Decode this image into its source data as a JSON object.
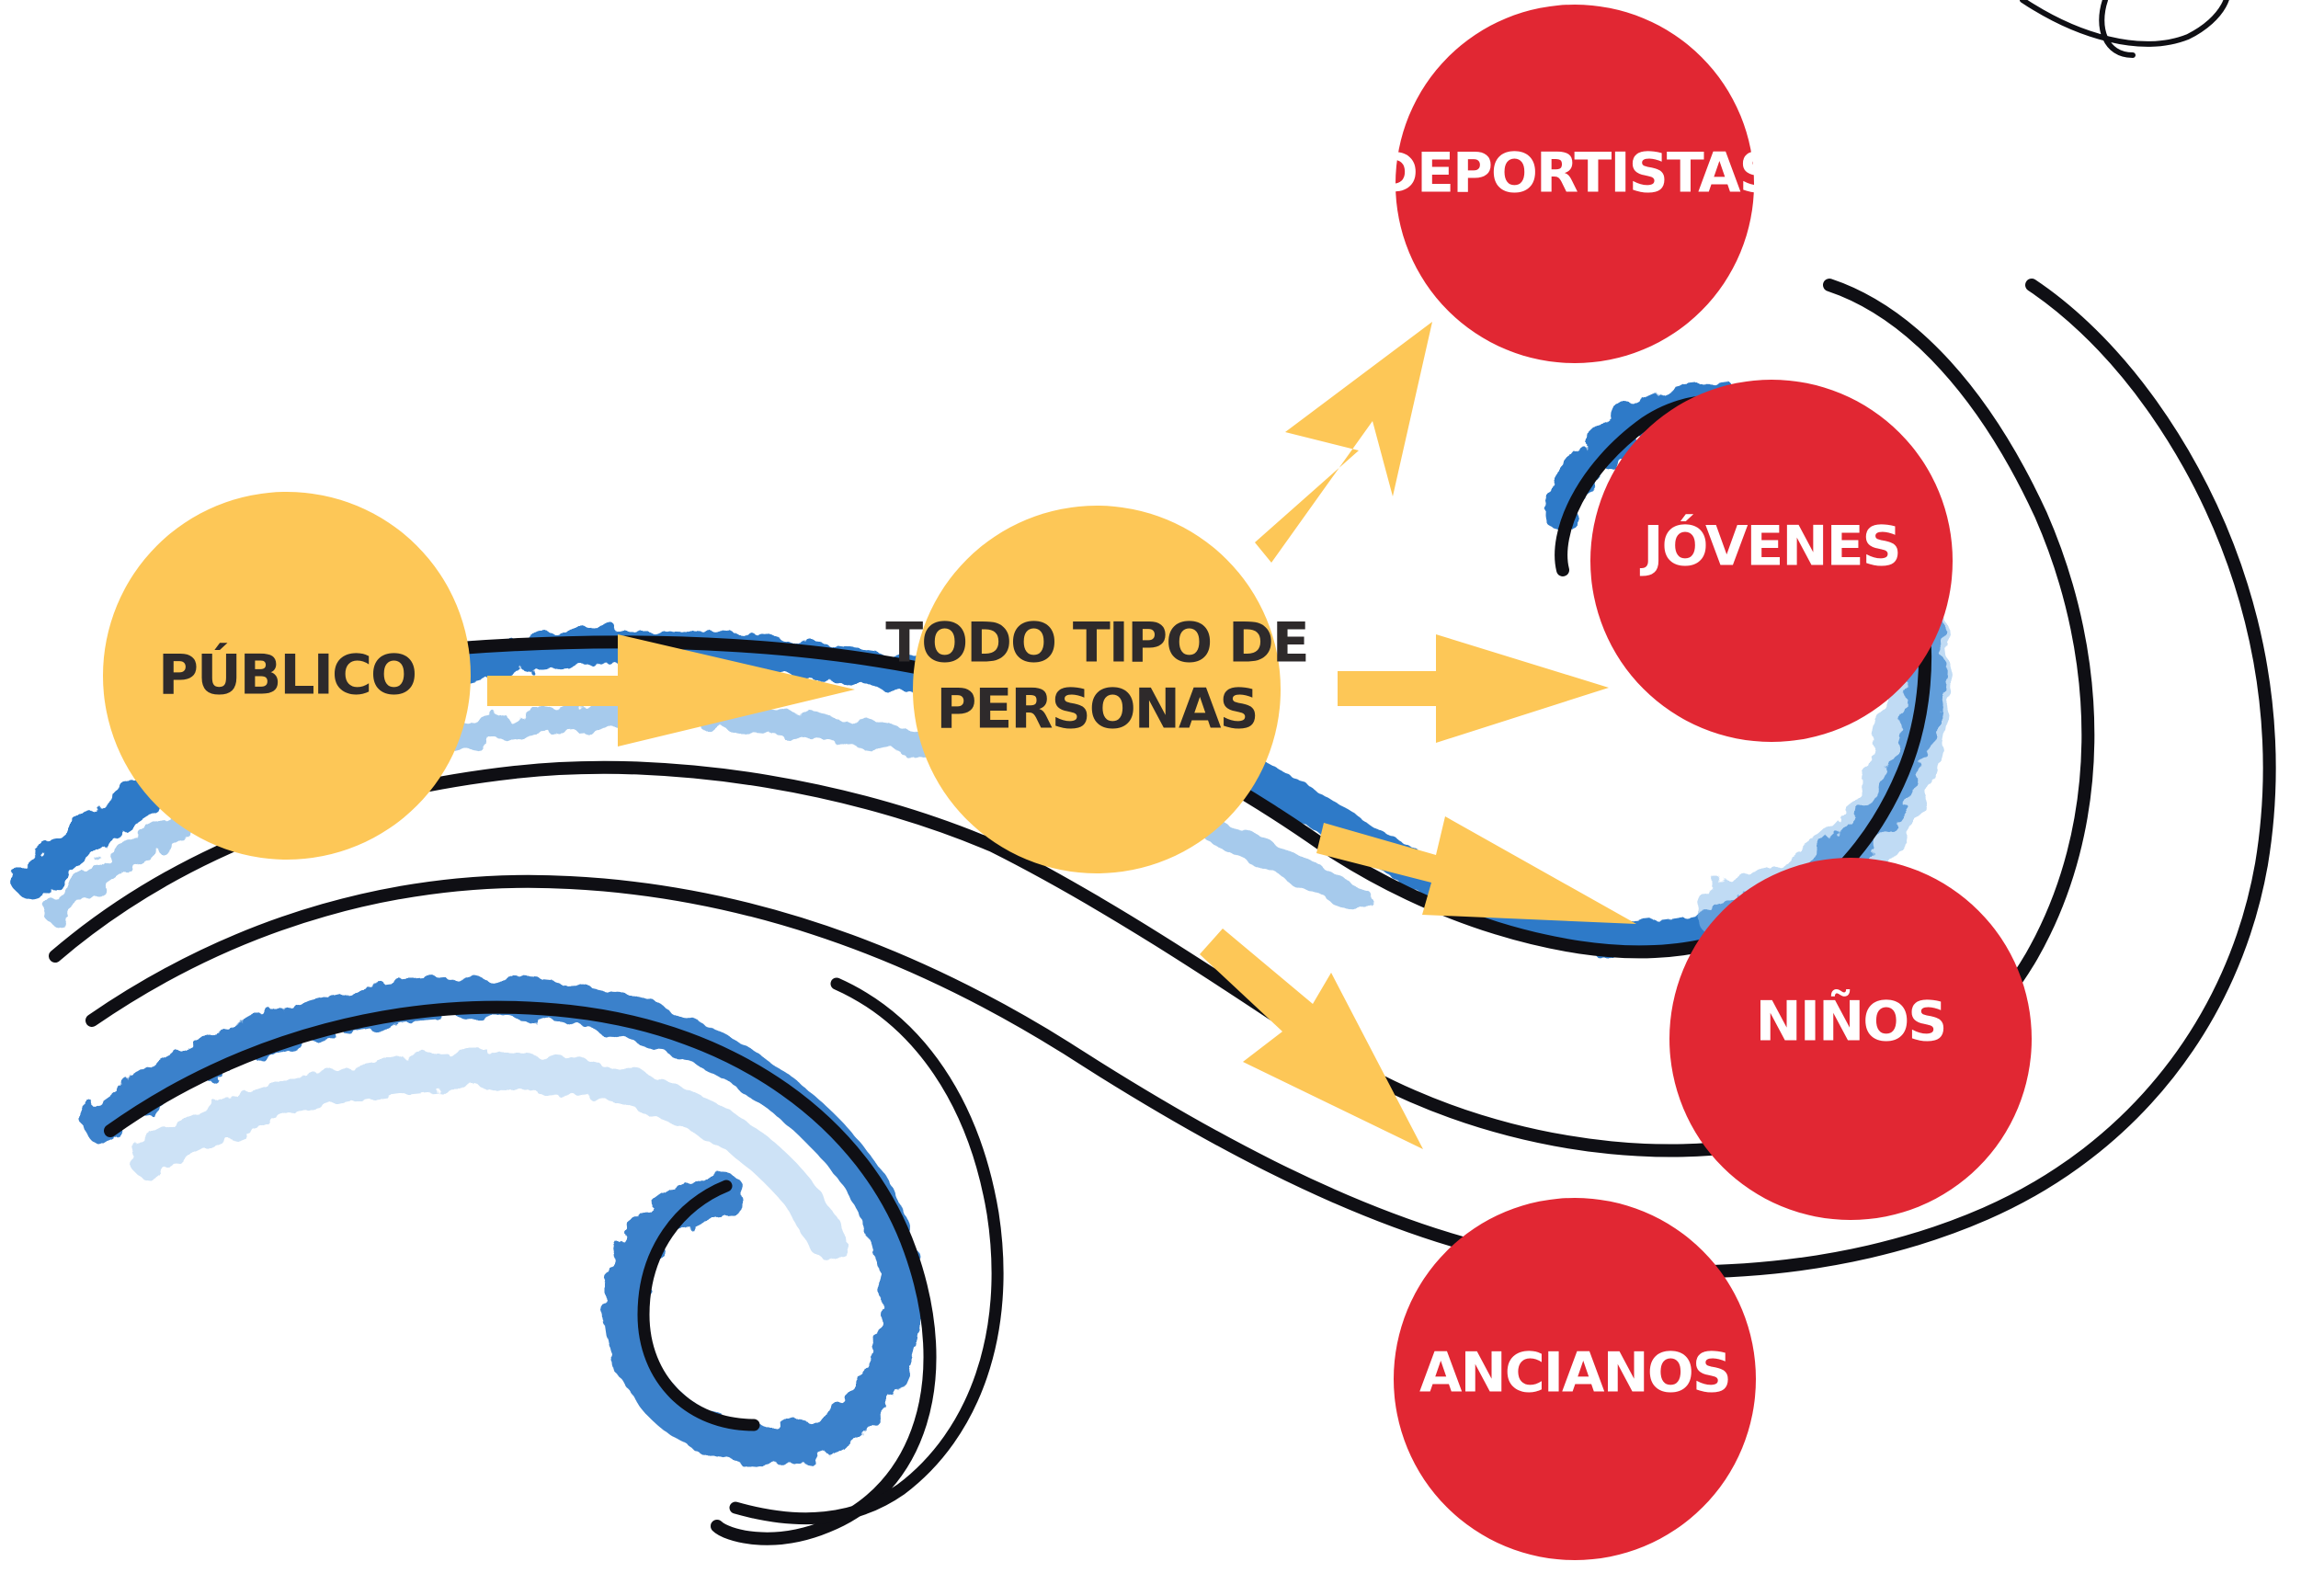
{
  "colors": {
    "background": "#ffffff",
    "source_node_fill": "#fdc757",
    "target_node_fill": "#e12733",
    "arrow_fill": "#fdc757",
    "wave_stroke": "#0f0f14",
    "wave_brush": "#1b6bc2",
    "source_text": "#2e2a2b",
    "target_text": "#ffffff"
  },
  "nodes": {
    "publico": {
      "label": "PÚBLICO"
    },
    "todo_tipo": {
      "line1": "TODO TIPO DE",
      "line2": "PERSONAS"
    },
    "deportistas": {
      "label": "DEPORTISTAS"
    },
    "jovenes": {
      "label": "JÓVENES"
    },
    "ninos": {
      "label": "NIÑOS"
    },
    "ancianos": {
      "label": "ANCIANOS"
    }
  },
  "edges": [
    {
      "from": "PÚBLICO",
      "to": "TODO TIPO DE PERSONAS"
    },
    {
      "from": "TODO TIPO DE PERSONAS",
      "to": "DEPORTISTAS"
    },
    {
      "from": "TODO TIPO DE PERSONAS",
      "to": "JÓVENES"
    },
    {
      "from": "TODO TIPO DE PERSONAS",
      "to": "NIÑOS"
    },
    {
      "from": "TODO TIPO DE PERSONAS",
      "to": "ANCIANOS"
    }
  ]
}
